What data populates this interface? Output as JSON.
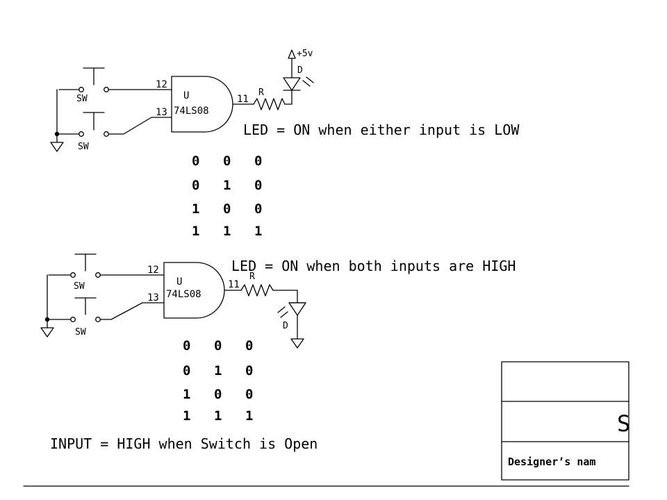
{
  "circuit1": {
    "switch_top_label": "SW",
    "switch_bottom_label": "SW",
    "gate_ref": "U",
    "gate_part": "74LS08",
    "pin_in_a": "12",
    "pin_in_b": "13",
    "pin_out": "11",
    "resistor_label": "R",
    "led_label": "D",
    "supply_label": "+5v",
    "note": "LED = ON when either input is LOW",
    "truth_table": [
      [
        "0",
        "0",
        "0"
      ],
      [
        "0",
        "1",
        "0"
      ],
      [
        "1",
        "0",
        "0"
      ],
      [
        "1",
        "1",
        "1"
      ]
    ]
  },
  "circuit2": {
    "switch_top_label": "SW",
    "switch_bottom_label": "SW",
    "gate_ref": "U",
    "gate_part": "74LS08",
    "pin_in_a": "12",
    "pin_in_b": "13",
    "pin_out": "11",
    "resistor_label": "R",
    "led_label": "D",
    "note": "LED = ON when both inputs are HIGH",
    "truth_table": [
      [
        "0",
        "0",
        "0"
      ],
      [
        "0",
        "1",
        "0"
      ],
      [
        "1",
        "0",
        "0"
      ],
      [
        "1",
        "1",
        "1"
      ]
    ]
  },
  "input_note": "INPUT = HIGH when Switch is Open",
  "title_block": {
    "sheet_title": "S",
    "designer_label": "Designer’s nam"
  }
}
